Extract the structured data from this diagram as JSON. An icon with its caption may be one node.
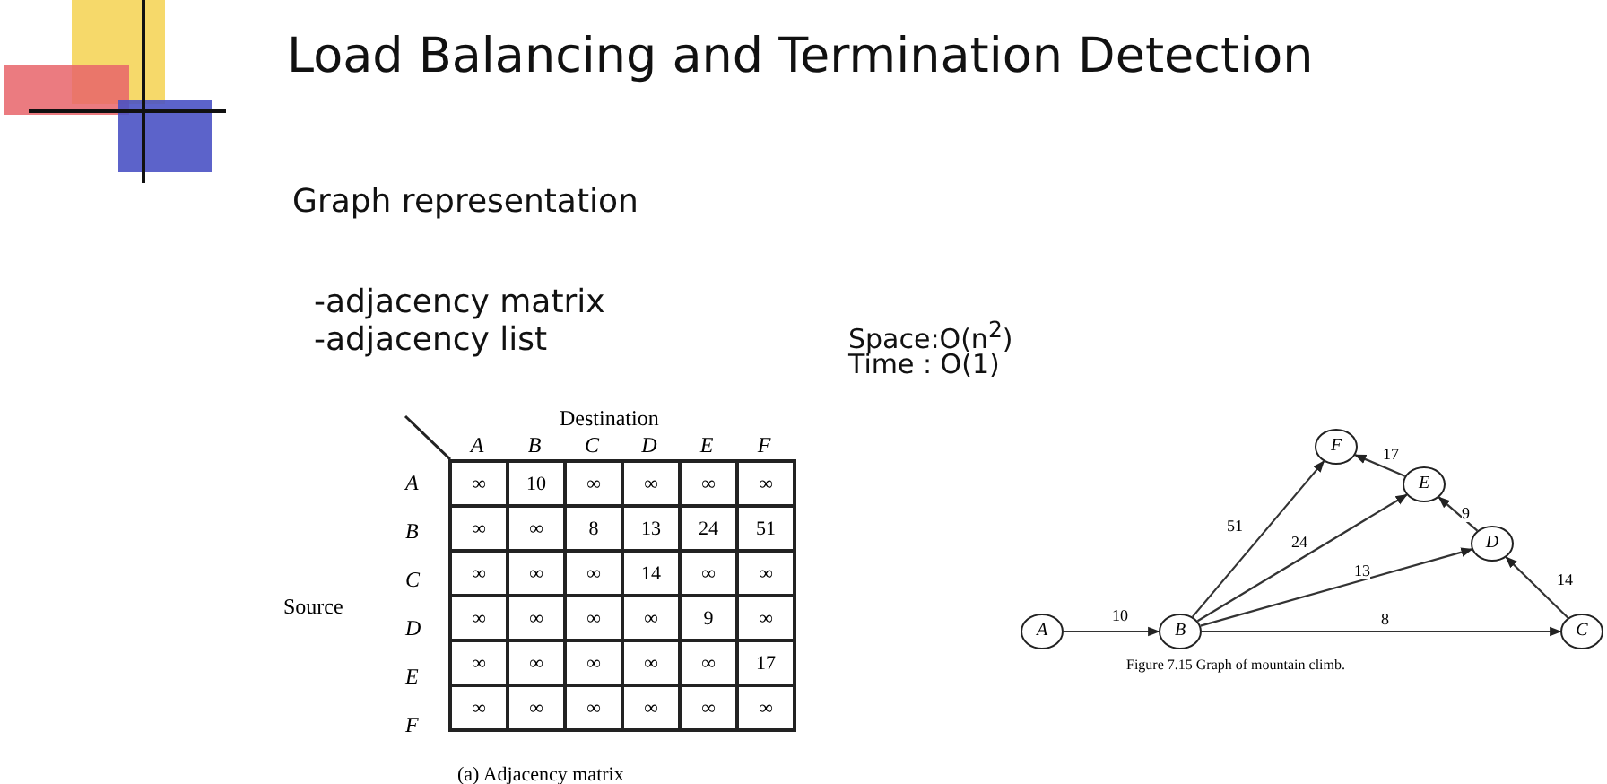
{
  "diagram": {
    "title": "Load Balancing and Termination Detection",
    "caption": "Figure 7.15 Graph of mountain climb.",
    "nodes": [
      {
        "text": [
          "A"
        ]
      },
      {
        "text": [
          "B"
        ]
      },
      {
        "text": [
          "C"
        ]
      },
      {
        "text": [
          "D"
        ]
      },
      {
        "text": [
          "E"
        ]
      },
      {
        "text": [
          "F"
        ]
      }
    ],
    "edges": [
      {
        "from": 0,
        "to": 1,
        "arrow": "to",
        "label": "10"
      },
      {
        "from": 1,
        "to": 5,
        "arrow": "to",
        "label": "51"
      },
      {
        "from": 1,
        "to": 4,
        "arrow": "to",
        "label": "24"
      },
      {
        "from": 1,
        "to": 3,
        "arrow": "to",
        "label": "13"
      },
      {
        "from": 1,
        "to": 2,
        "arrow": "to",
        "label": "8"
      },
      {
        "from": 2,
        "to": 3,
        "arrow": "to",
        "label": "14"
      },
      {
        "from": 3,
        "to": 4,
        "arrow": "to",
        "label": "9"
      },
      {
        "from": 4,
        "to": 5,
        "arrow": "to",
        "label": "17"
      }
    ],
    "labels": [
      "Graph representation",
      "-adjacency matrix",
      "-adjacency list",
      "Space:O(n$^{2}$)",
      "Time : O(1)",
      "Destination",
      "A",
      "B",
      "C",
      "D",
      "E",
      "F",
      "Source",
      "A",
      "∞",
      "10",
      "∞",
      "∞",
      "∞",
      "∞",
      "B",
      "∞",
      "∞",
      "8",
      "13",
      "24",
      "51",
      "C",
      "∞",
      "∞",
      "∞",
      "14",
      "∞",
      "∞",
      "D",
      "∞",
      "∞",
      "∞",
      "∞",
      "9",
      "∞",
      "E",
      "∞",
      "∞",
      "∞",
      "∞",
      "∞",
      "17",
      "F",
      "∞",
      "∞",
      "∞",
      "∞",
      "∞",
      "∞",
      "(a) Adjacency matrix"
    ]
  }
}
